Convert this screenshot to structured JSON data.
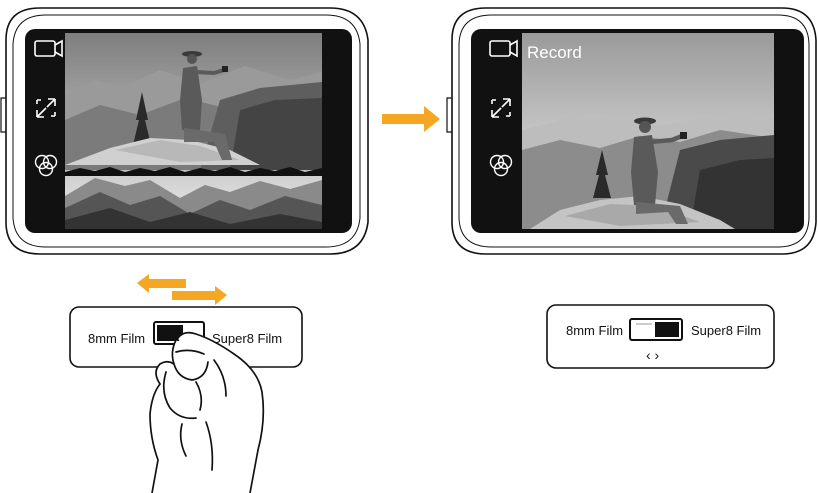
{
  "left_device": {
    "icons": [
      "camera-icon",
      "expand-icon",
      "color-filter-icon"
    ]
  },
  "right_device": {
    "icons": [
      "camera-icon",
      "expand-icon",
      "color-filter-icon"
    ],
    "status_label": "Record"
  },
  "left_switch": {
    "left_label": "8mm Film",
    "right_label": "Super8 Film"
  },
  "right_switch": {
    "left_label": "8mm Film",
    "right_label": "Super8 Film",
    "direction_hint": "‹ ›"
  },
  "colors": {
    "accent_arrow": "#F5A623",
    "outline": "#111111",
    "screen_bg": "#111111"
  }
}
